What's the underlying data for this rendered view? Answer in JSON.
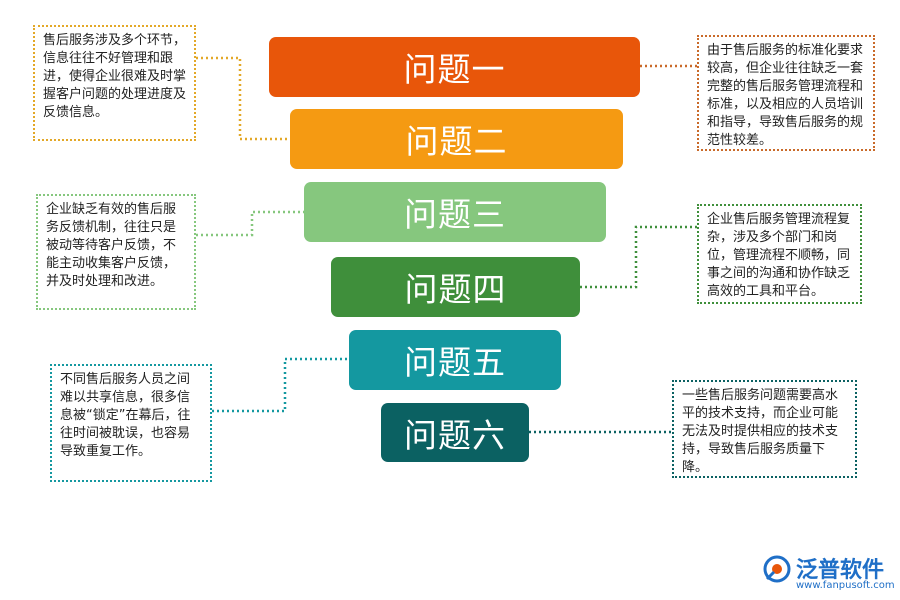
{
  "levels": [
    {
      "label": "问题一",
      "color": "#E8560A"
    },
    {
      "label": "问题二",
      "color": "#F59A12"
    },
    {
      "label": "问题三",
      "color": "#86C77E"
    },
    {
      "label": "问题四",
      "color": "#3F8F3B"
    },
    {
      "label": "问题五",
      "color": "#1498A0"
    },
    {
      "label": "问题六",
      "color": "#0B6162"
    }
  ],
  "notes": [
    {
      "text": "售后服务涉及多个环节，信息往往不好管理和跟进，使得企业很难及时掌握客户问题的处理进度及反馈信息。",
      "border_color": "#E3A828"
    },
    {
      "text": "由于售后服务的标准化要求较高，但企业往往缺乏一套完整的售后服务管理流程和标准，以及相应的人员培训和指导，导致售后服务的规范性较差。",
      "border_color": "#C96A2A"
    },
    {
      "text": "企业缺乏有效的售后服务反馈机制，往往只是被动等待客户反馈，不能主动收集客户反馈，并及时处理和改进。",
      "border_color": "#86C77E"
    },
    {
      "text": "企业售后服务管理流程复杂，涉及多个部门和岗位，管理流程不顺畅，同事之间的沟通和协作缺乏高效的工具和平台。",
      "border_color": "#3F8F3B"
    },
    {
      "text": "不同售后服务人员之间难以共享信息，很多信息被“锁定”在幕后，往往时间被耽误，也容易导致重复工作。",
      "border_color": "#1498A0"
    },
    {
      "text": "一些售后服务问题需要高水平的技术支持，而企业可能无法及时提供相应的技术支持，导致售后服务质量下降。",
      "border_color": "#0B6162"
    }
  ],
  "watermark": {
    "name": "泛普软件",
    "url": "www.fanpusoft.com"
  }
}
